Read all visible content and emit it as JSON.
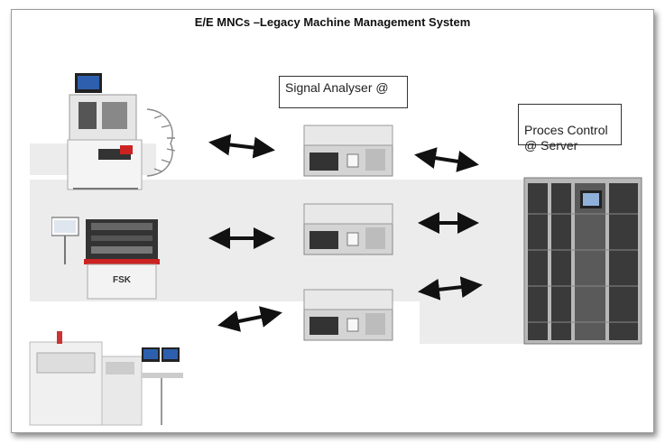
{
  "diagram": {
    "title": "E/E MNCs –Legacy Machine Management System",
    "signal_analyser_label": "Signal Analyser @",
    "process_control_label": "Proces Control\n@ Server",
    "machine_1_brand": "",
    "machine_2_brand": "FSK",
    "colors": {
      "band": "#ececec",
      "arrow": "#111111",
      "machine_body": "#f2f2f2",
      "screen": "#2e5fae"
    },
    "icons": [
      "gear-outline-icon",
      "screen-icon"
    ]
  }
}
